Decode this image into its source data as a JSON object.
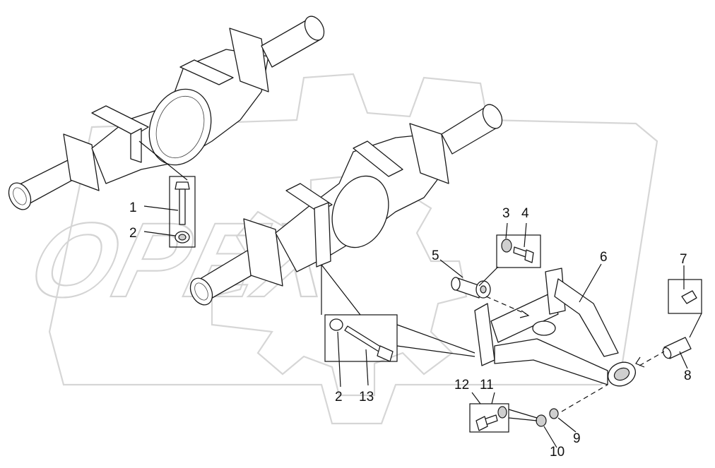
{
  "diagram": {
    "type": "exploded parts diagram",
    "watermark_text": "OPEX",
    "callouts": [
      {
        "id": "c1",
        "label": "1"
      },
      {
        "id": "c2a",
        "label": "2"
      },
      {
        "id": "c3",
        "label": "3"
      },
      {
        "id": "c4",
        "label": "4"
      },
      {
        "id": "c5",
        "label": "5"
      },
      {
        "id": "c6",
        "label": "6"
      },
      {
        "id": "c7",
        "label": "7"
      },
      {
        "id": "c8",
        "label": "8"
      },
      {
        "id": "c2b",
        "label": "2"
      },
      {
        "id": "c13",
        "label": "13"
      },
      {
        "id": "c12",
        "label": "12"
      },
      {
        "id": "c11",
        "label": "11"
      },
      {
        "id": "c10",
        "label": "10"
      },
      {
        "id": "c9",
        "label": "9"
      }
    ]
  }
}
